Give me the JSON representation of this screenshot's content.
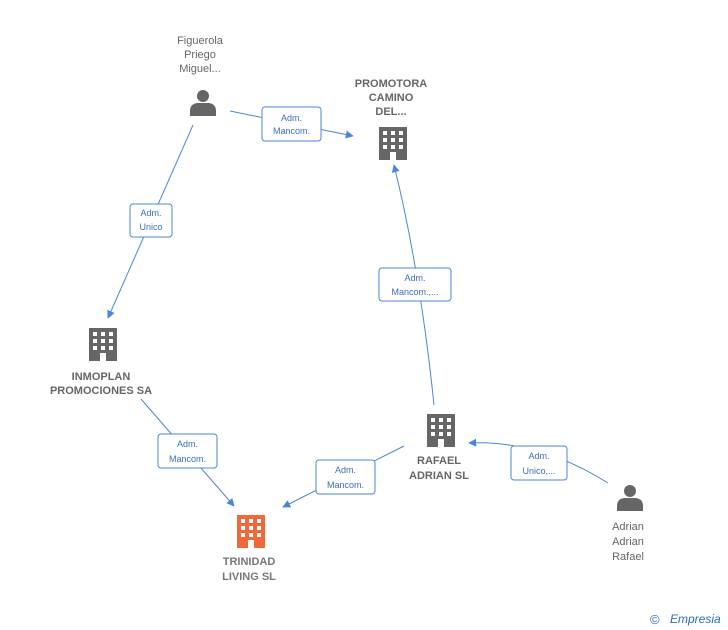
{
  "colors": {
    "edge": "#4a86d8",
    "icon": "#666666",
    "target_icon": "#ef6a3a",
    "label": "#666666"
  },
  "nodes": {
    "figuerola": {
      "kind": "person",
      "lines": [
        "Figuerola",
        "Priego",
        "Miguel..."
      ]
    },
    "promotora": {
      "kind": "company",
      "lines": [
        "PROMOTORA",
        "CAMINO",
        "DEL..."
      ]
    },
    "inmoplan": {
      "kind": "company",
      "lines": [
        "INMOPLAN",
        "PROMOCIONES SA"
      ]
    },
    "rafael_sl": {
      "kind": "company",
      "lines": [
        "RAFAEL",
        "ADRIAN SL"
      ]
    },
    "adrian": {
      "kind": "person",
      "lines": [
        "Adrian",
        "Adrian",
        "Rafael"
      ]
    },
    "trinidad": {
      "kind": "company-target",
      "lines": [
        "TRINIDAD",
        "LIVING  SL"
      ]
    }
  },
  "edges": {
    "figuerola_promotora": {
      "from": "figuerola",
      "to": "promotora",
      "lines": [
        "Adm.",
        "Mancom."
      ]
    },
    "figuerola_inmoplan": {
      "from": "figuerola",
      "to": "inmoplan",
      "lines": [
        "Adm.",
        "Unico"
      ]
    },
    "rafael_promotora": {
      "from": "rafael_sl",
      "to": "promotora",
      "lines": [
        "Adm.",
        "Mancom.,..."
      ]
    },
    "inmoplan_trinidad": {
      "from": "inmoplan",
      "to": "trinidad",
      "lines": [
        "Adm.",
        "Mancom."
      ]
    },
    "rafael_trinidad": {
      "from": "rafael_sl",
      "to": "trinidad",
      "lines": [
        "Adm.",
        "Mancom."
      ]
    },
    "adrian_rafael": {
      "from": "adrian",
      "to": "rafael_sl",
      "lines": [
        "Adm.",
        "Unico,..."
      ]
    }
  },
  "watermark": {
    "copyright": "©",
    "brand": "Empresia"
  }
}
